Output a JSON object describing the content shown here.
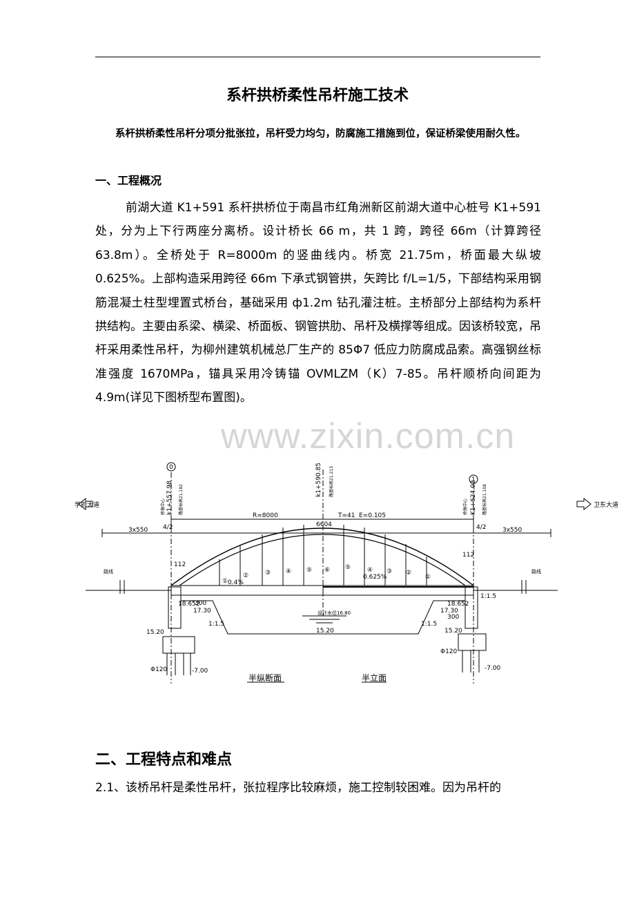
{
  "title": "系杆拱桥柔性吊杆施工技术",
  "abstract": "系杆拱桥柔性吊杆分项分批张拉，吊杆受力均匀，防腐施工措施到位，保证桥梁使用耐久性。",
  "section1": {
    "heading": "一、工程概况",
    "paragraph": "前湖大道 K1+591 系杆拱桥位于南昌市红角洲新区前湖大道中心桩号 K1+591 处，分为上下行两座分离桥。设计桥长 66 m，共 1 跨，跨径 66m（计算跨径 63.8m）。全桥处于 R=8000m 的竖曲线内。桥宽 21.75m，桥面最大纵坡 0.625%。上部构造采用跨径 66m 下承式钢管拱，矢跨比 f/L=1/5，下部结构采用钢筋混凝土柱型埋置式桥台，基础采用 ф1.2m 钻孔灌注桩。主桥部分上部结构为系杆拱结构。主要由系梁、横梁、桥面板、钢管拱肋、吊杆及横撑等组成。因该桥较宽，吊杆采用柔性吊杆，为柳州建筑机械总厂生产的 85Φ7 低应力防腐成品索。高强钢丝标准强度 1670MPa，锚具采用冷铸锚 OVMLZM（K）7-85。吊杆顺桥向间距为 4.9m(详见下图桥型布置图)。"
  },
  "watermark": "www.zixin.com.cn",
  "figure": {
    "left_road": "学府大道",
    "right_road": "卫东大道",
    "axis_left": "0",
    "axis_right": "1",
    "station_left": "k1+557.98",
    "station_mid": "k1+590.85",
    "station_right": "K1+624.02",
    "elev_left": "路基标高21.182",
    "elev_mid": "路基标高21.213",
    "elev_right": "路基标高21.108",
    "station_note": "桥墩中心",
    "curve_r": "R=8000",
    "curve_t": "T=41",
    "curve_e": "E=0.105",
    "span_total": "6604",
    "span_side_left": "3x550",
    "span_side_right": "3x550",
    "half_gap_left": "4/2",
    "half_gap_right": "4/2",
    "dim_112_left": "112",
    "dim_112_right": "112",
    "slope_left": "0.4%",
    "slope_right": "0.625%",
    "hangers_left": [
      "①",
      "②",
      "③",
      "④",
      "⑤"
    ],
    "hangers_right": [
      "⑥",
      "⑤",
      "④",
      "③",
      "②",
      "①"
    ],
    "road_label_left": "路线",
    "road_label_right": "路线",
    "elev_18652_l": "18.652",
    "elev_18652_r": "18.652",
    "elev_1730_l": "17.30",
    "elev_1730_r": "17.30",
    "water_level": "设计水位16.80",
    "bed_1520": "15.20",
    "pile_top_l": "15.20",
    "pile_top_r": "15.20",
    "slope_l": "1:1.5",
    "slope_r": "1:1.5",
    "slope_r2": "1:1.5",
    "dim_300_l": "300",
    "dim_300_r": "300",
    "pile_d_l": "Φ120",
    "pile_d_r": "Φ120",
    "pile_bottom_l": "-7.00",
    "pile_bottom_r": "-7.00",
    "label_left": "半纵断面",
    "label_right": "半立面"
  },
  "section2": {
    "heading": "二、工程特点和难点",
    "paragraph": "2.1、该桥吊杆是柔性吊杆，张拉程序比较麻烦，施工控制较困难。因为吊杆的"
  }
}
